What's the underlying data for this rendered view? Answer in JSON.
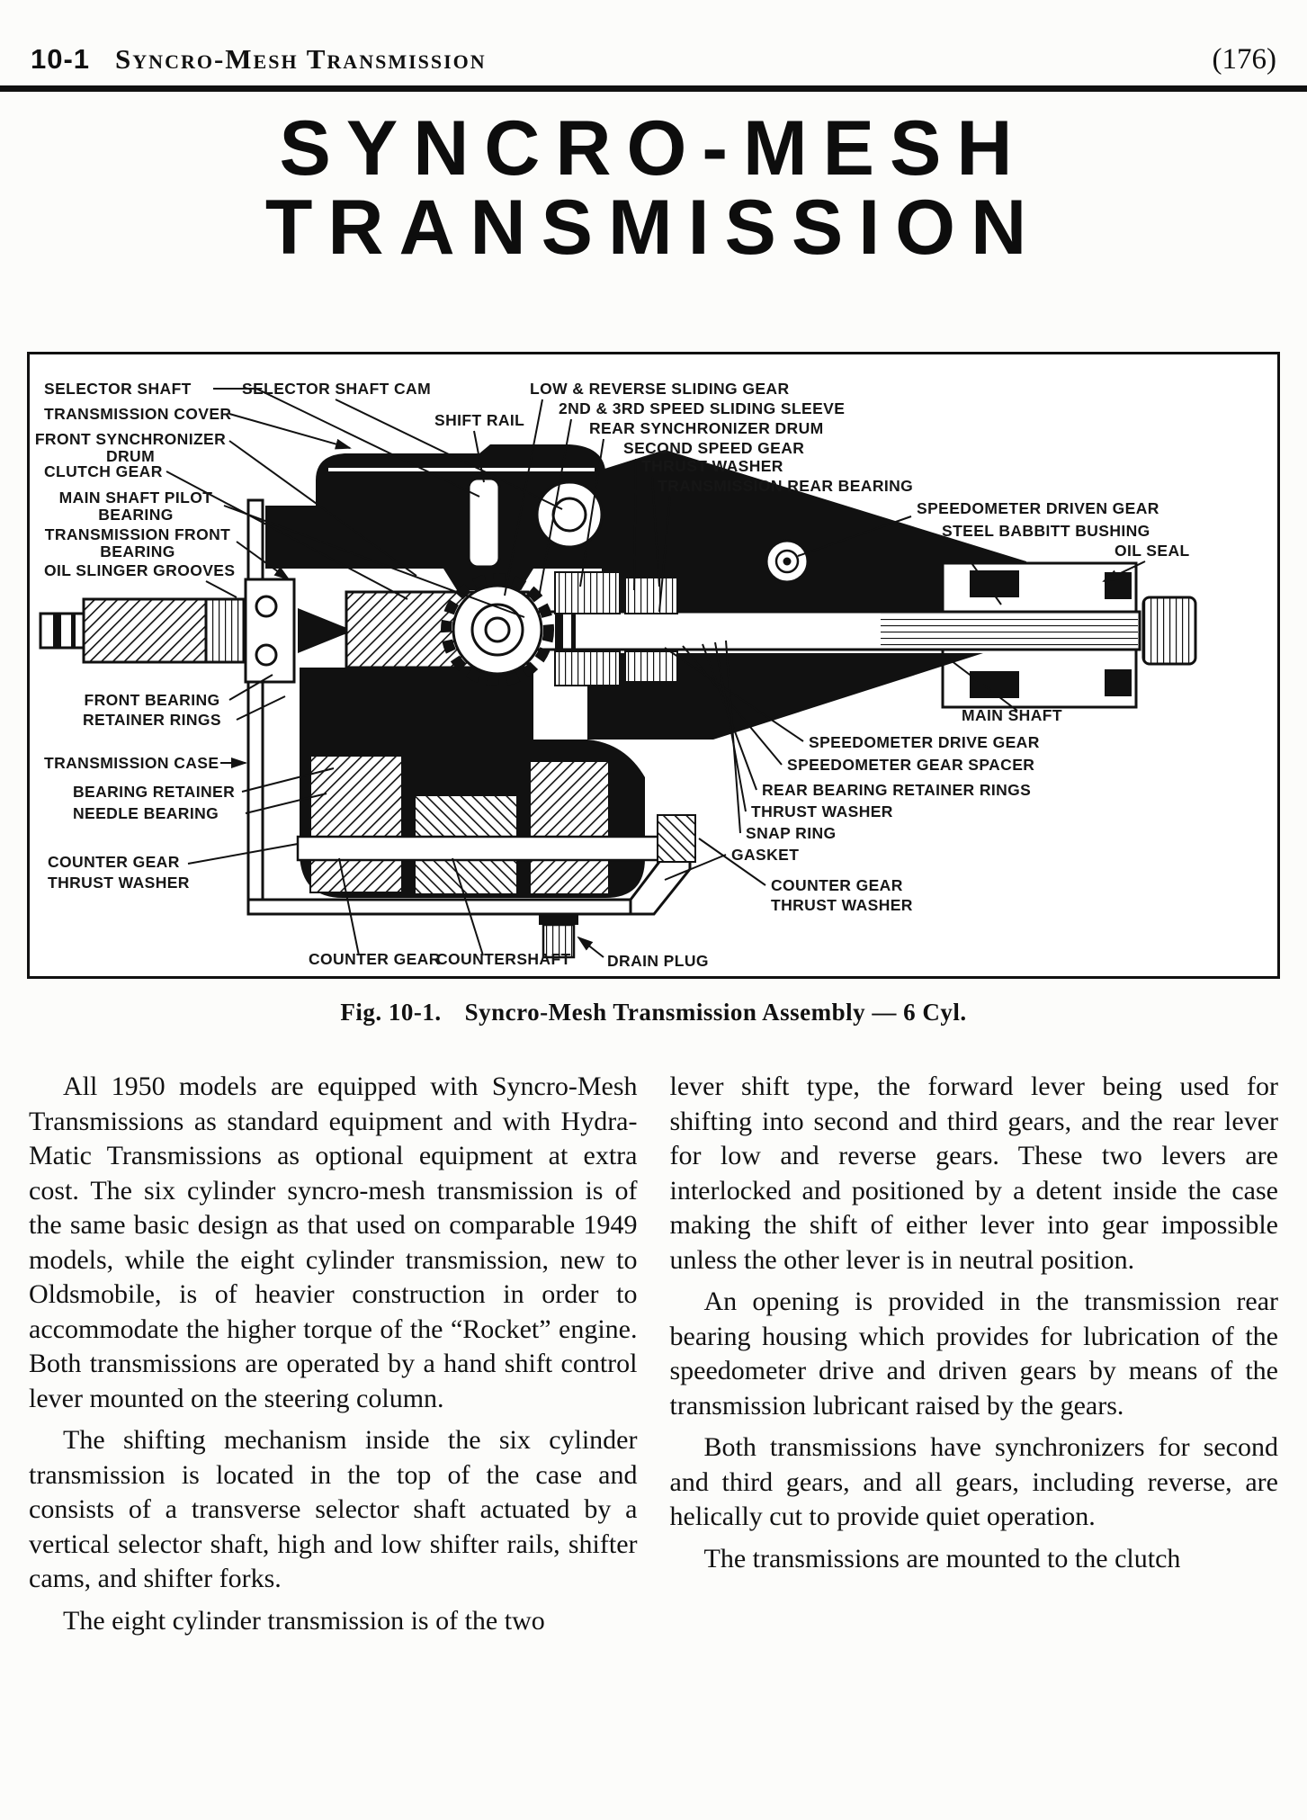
{
  "header": {
    "section": "10-1",
    "running_title": "Syncro-Mesh Transmission",
    "page_number": "(176)"
  },
  "title": {
    "line1": "SYNCRO-MESH",
    "line2": "TRANSMISSION"
  },
  "figure": {
    "caption_label": "Fig. 10-1.",
    "caption_text": "Syncro-Mesh Transmission Assembly — 6 Cyl.",
    "labels": {
      "selector_shaft": "SELECTOR SHAFT",
      "selector_shaft_cam": "SELECTOR SHAFT CAM",
      "low_reverse_sliding_gear": "LOW & REVERSE SLIDING GEAR",
      "second_third_sliding_sleeve": "2ND & 3RD SPEED SLIDING SLEEVE",
      "transmission_cover": "TRANSMISSION COVER",
      "shift_rail": "SHIFT RAIL",
      "rear_synchronizer_drum": "REAR SYNCHRONIZER DRUM",
      "front_synchronizer_l1": "FRONT SYNCHRONIZER",
      "front_synchronizer_l2": "DRUM",
      "second_speed_gear": "SECOND SPEED GEAR",
      "thrust_washer_top": "THRUST WASHER",
      "clutch_gear": "CLUTCH GEAR",
      "transmission_rear_bearing": "TRANSMISSION REAR BEARING",
      "main_shaft_pilot_l1": "MAIN SHAFT PILOT",
      "main_shaft_pilot_l2": "BEARING",
      "speedometer_driven_gear": "SPEEDOMETER DRIVEN GEAR",
      "transmission_front_l1": "TRANSMISSION FRONT",
      "transmission_front_l2": "BEARING",
      "steel_babbitt_bushing": "STEEL BABBITT BUSHING",
      "oil_seal": "OIL SEAL",
      "oil_slinger_grooves": "OIL SLINGER GROOVES",
      "front_bearing_l1": "FRONT BEARING",
      "front_bearing_l2": "RETAINER RINGS",
      "main_shaft": "MAIN SHAFT",
      "transmission_case": "TRANSMISSION CASE",
      "speedometer_drive_gear": "SPEEDOMETER DRIVE GEAR",
      "speedometer_gear_spacer": "SPEEDOMETER GEAR SPACER",
      "bearing_retainer": "BEARING RETAINER",
      "rear_bearing_retainer_rings": "REAR BEARING RETAINER RINGS",
      "needle_bearing": "NEEDLE BEARING",
      "thrust_washer_right": "THRUST WASHER",
      "snap_ring": "SNAP RING",
      "gasket": "GASKET",
      "counter_gear_tw_left_l1": "COUNTER GEAR",
      "counter_gear_tw_left_l2": "THRUST WASHER",
      "counter_gear_tw_right_l1": "COUNTER GEAR",
      "counter_gear_tw_right_l2": "THRUST WASHER",
      "counter_gear_bottom": "COUNTER GEAR",
      "countershaft": "COUNTERSHAFT",
      "drain_plug": "DRAIN PLUG"
    }
  },
  "body": {
    "left": {
      "p1": "All 1950 models are equipped with Syncro-Mesh Transmissions as standard equipment and with Hydra-Matic Transmissions as optional equipment at extra cost. The six cylinder syncro-mesh transmission is of the same basic design as that used on comparable 1949 models, while the eight cylinder transmission, new to Oldsmobile, is of heavier construction in order to accommodate the higher torque of the “Rocket” engine. Both transmissions are operated by a hand shift control lever mounted on the steering column.",
      "p2": "The shifting mechanism inside the six cylinder transmission is located in the top of the case and consists of a transverse selector shaft actuated by a vertical selector shaft, high and low shifter rails, shifter cams, and shifter forks.",
      "p3": "The eight cylinder transmission is of the two"
    },
    "right": {
      "p1": "lever shift type, the forward lever being used for shifting into second and third gears, and the rear lever for low and reverse gears.  These two levers are interlocked and positioned by a detent inside the case making the shift of either lever into gear impossible unless the other lever is in neutral position.",
      "p2": "An opening is provided in the transmission rear bearing housing which provides for lubrication of the speedometer drive and driven gears by means of the transmission lubricant raised by the gears.",
      "p3": "Both transmissions have synchronizers for second and third gears, and all gears, including reverse, are helically cut to provide quiet operation.",
      "p4": "The transmissions are mounted to the clutch"
    }
  },
  "colors": {
    "ink": "#111111",
    "paper": "#fcfcfa"
  }
}
